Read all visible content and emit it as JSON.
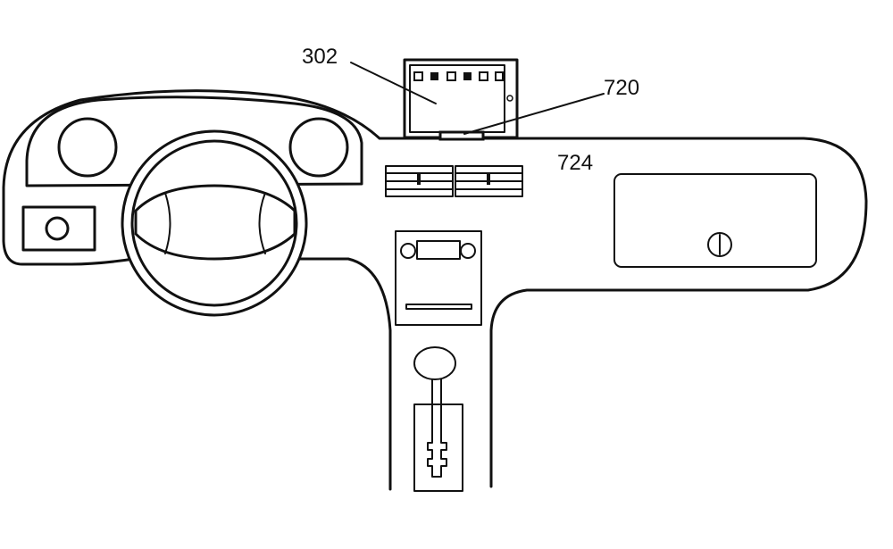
{
  "labels": {
    "display_device": "302",
    "mount": "720",
    "dashboard": "724"
  }
}
